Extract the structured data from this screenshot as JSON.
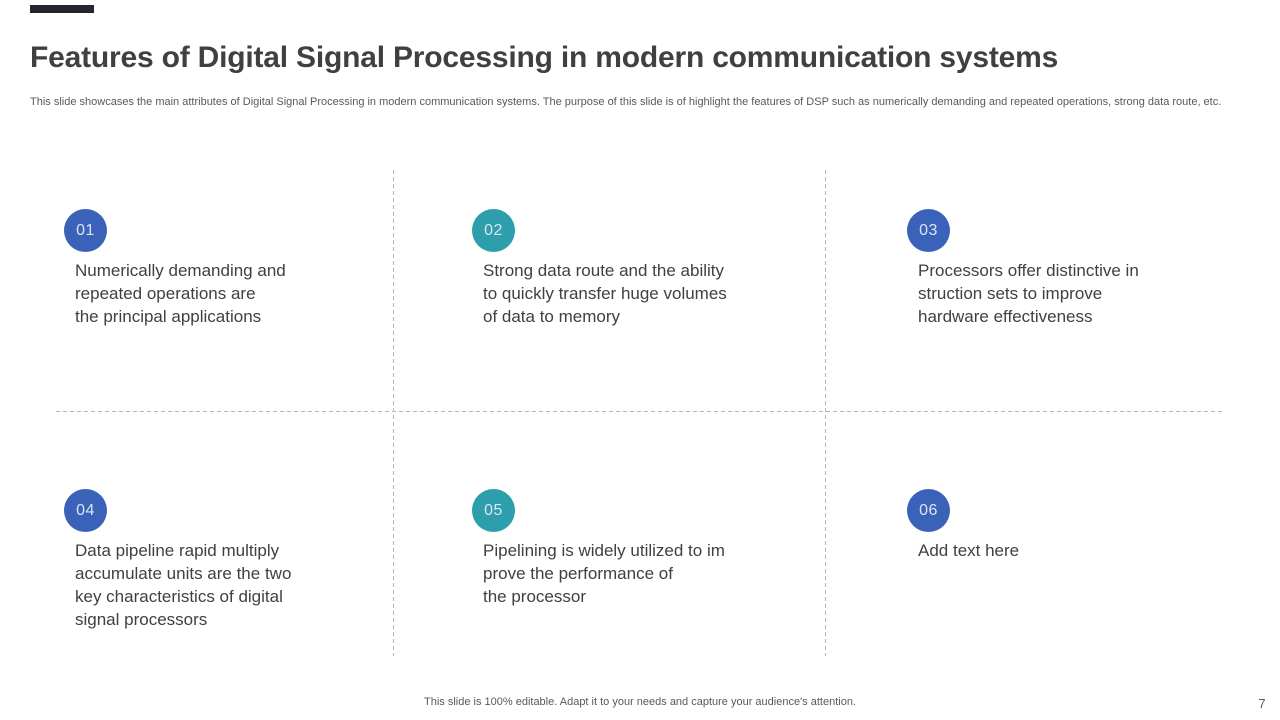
{
  "slide": {
    "title": "Features of Digital Signal Processing in modern communication systems",
    "subtitle": "This slide showcases the main attributes of Digital Signal Processing in modern communication systems. The purpose of this slide is of highlight the features of DSP such as numerically demanding and repeated operations,  strong data route, etc.",
    "footer": "This slide is 100% editable. Adapt it to your needs and capture your audience's attention.",
    "page_number": "7"
  },
  "features": [
    {
      "number": "01",
      "color": "#3a62b8",
      "text": "Numerically demanding and\nrepeated operations are\nthe principal applications"
    },
    {
      "number": "02",
      "color": "#2d9eac",
      "text": "Strong data route and the ability\nto quickly transfer huge volumes\nof data to memory"
    },
    {
      "number": "03",
      "color": "#3a62b8",
      "text": "Processors offer distinctive in\nstruction sets to improve\nhardware effectiveness"
    },
    {
      "number": "04",
      "color": "#3a62b8",
      "text": "Data pipeline rapid multiply\naccumulate units are the two\nkey characteristics of digital\nsignal processors"
    },
    {
      "number": "05",
      "color": "#2d9eac",
      "text": "Pipelining is widely utilized to im\nprove the performance of\nthe processor"
    },
    {
      "number": "06",
      "color": "#3a62b8",
      "text": "Add text here"
    }
  ],
  "colors": {
    "accent_blue": "#3a62b8",
    "accent_teal": "#2d9eac",
    "title_text": "#404040",
    "body_text": "#404040",
    "muted_text": "#595959",
    "divider": "#b5b5b5",
    "top_bar": "#26262e"
  }
}
